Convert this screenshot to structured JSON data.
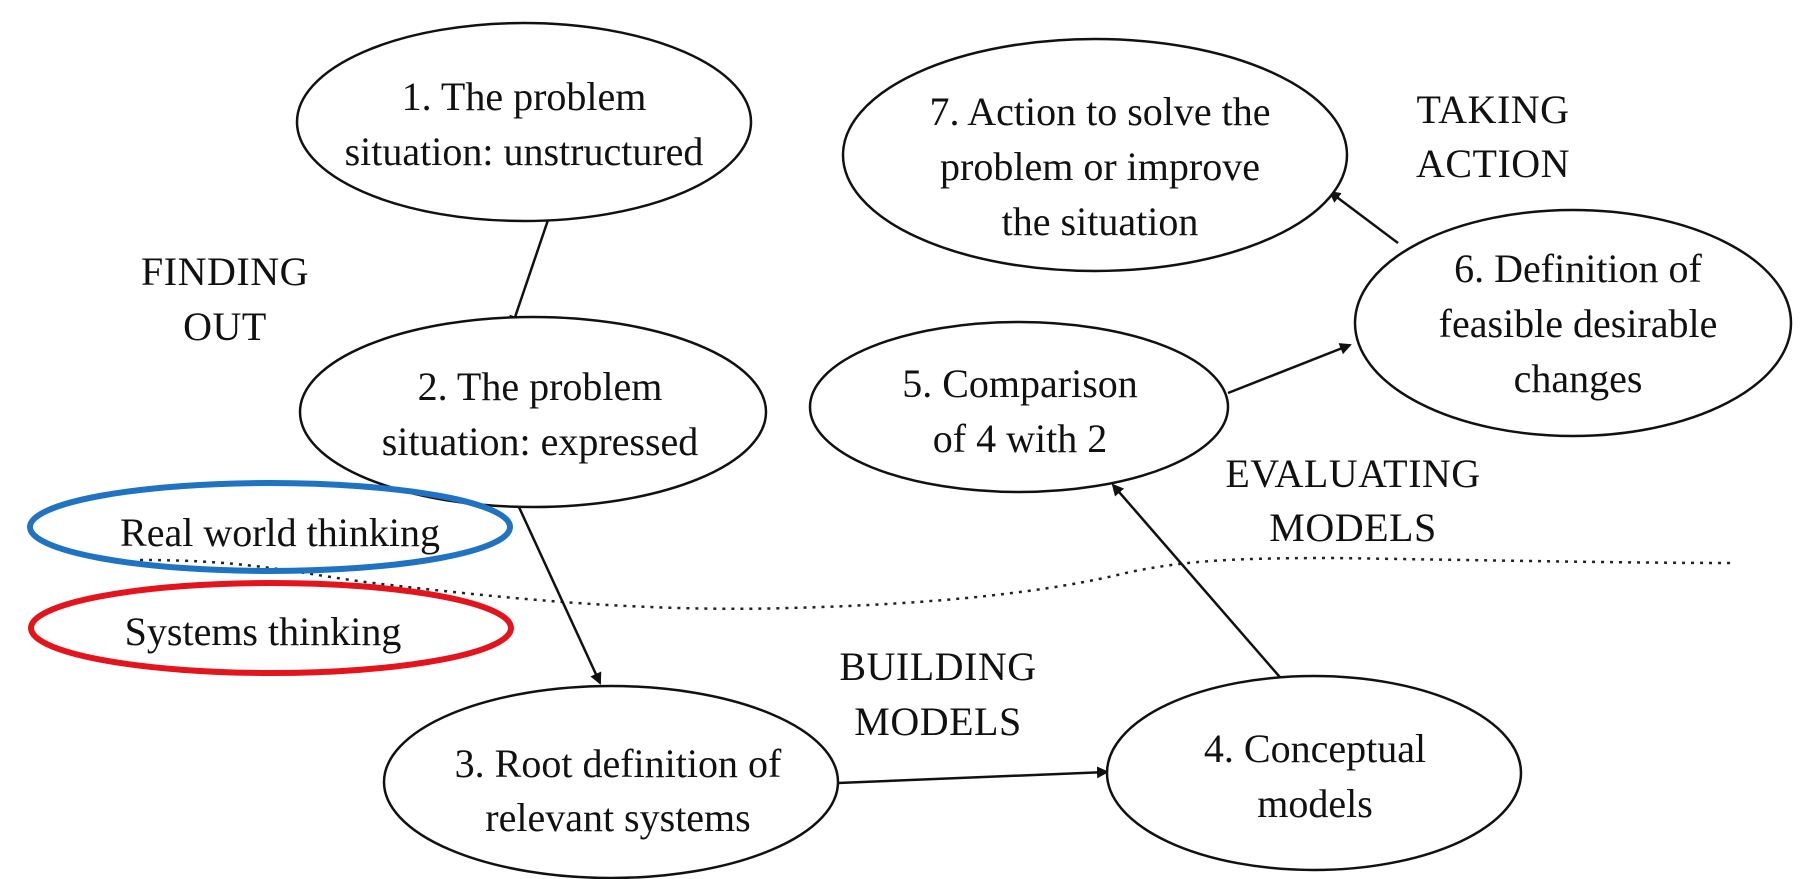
{
  "nodes": {
    "n1": {
      "line1": "1. The problem",
      "line2": "situation: unstructured"
    },
    "n2": {
      "line1": "2. The problem",
      "line2": "situation: expressed"
    },
    "n3": {
      "line1": "3. Root definition of",
      "line2": "relevant systems"
    },
    "n4": {
      "line1": "4. Conceptual",
      "line2": "models"
    },
    "n5": {
      "line1": "5. Comparison",
      "line2": "of 4 with 2"
    },
    "n6": {
      "line1": "6. Definition of",
      "line2": "feasible desirable",
      "line3": "changes"
    },
    "n7": {
      "line1": "7. Action to solve the",
      "line2": "problem or improve",
      "line3": "the situation"
    }
  },
  "phases": {
    "finding_out": {
      "line1": "FINDING",
      "line2": "OUT"
    },
    "building_models": {
      "line1": "BUILDING",
      "line2": "MODELS"
    },
    "evaluating_models": {
      "line1": "EVALUATING",
      "line2": "MODELS"
    },
    "taking_action": {
      "line1": "TAKING",
      "line2": "ACTION"
    }
  },
  "zones": {
    "real_world": {
      "label": "Real world thinking",
      "color": "#1f73c2"
    },
    "systems": {
      "label": "Systems thinking",
      "color": "#e3141b"
    }
  }
}
